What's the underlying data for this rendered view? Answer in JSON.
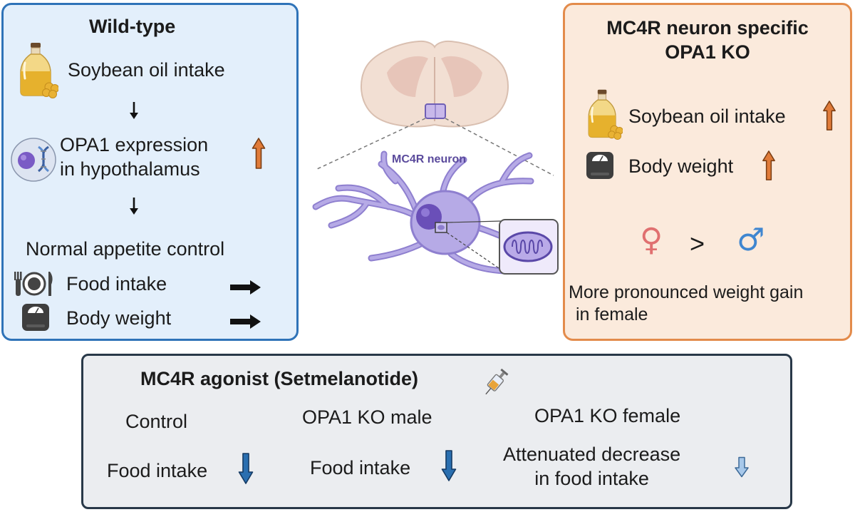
{
  "wild_type": {
    "title": "Wild-type",
    "soybean_oil_intake": "Soybean oil intake",
    "opa1_line1": "OPA1 expression",
    "opa1_line2": "in hypothalamus",
    "normal_appetite": "Normal appetite control",
    "food_intake": "Food intake",
    "body_weight": "Body weight"
  },
  "ko": {
    "title_line1": "MC4R neuron specific",
    "title_line2": "OPA1 KO",
    "soybean_oil_intake": "Soybean oil intake",
    "body_weight": "Body weight",
    "female_symbol": "♀",
    "greater_than": ">",
    "male_symbol": "♂",
    "note_line1": "More pronounced weight gain",
    "note_line2": "in female"
  },
  "center": {
    "neuron_label": "MC4R neuron"
  },
  "agonist": {
    "title": "MC4R agonist (Setmelanotide)",
    "control": "Control",
    "male": "OPA1 KO male",
    "female": "OPA1 KO female",
    "control_effect": "Food intake",
    "male_effect": "Food intake",
    "female_effect_line1": "Attenuated decrease",
    "female_effect_line2": "in food intake"
  },
  "colors": {
    "wt_border": "#2f73b8",
    "wt_fill": "#e3effb",
    "ko_border": "#e38b4b",
    "ko_fill": "#fbeadc",
    "agonist_border": "#283848",
    "up_arrow": "#e07b39",
    "down_arrow_strong": "#2a6fb0",
    "down_arrow_weak": "#a7c8ea",
    "female": "#e07070",
    "male": "#3f86d0",
    "neuron": "#a79bd8"
  },
  "icons": [
    "oil-bottle-icon",
    "cell-dna-icon",
    "plate-icon",
    "scale-icon",
    "syringe-icon",
    "brain-icon",
    "mitochondria-icon",
    "up-arrow-icon",
    "down-arrow-icon",
    "right-arrow-icon"
  ]
}
